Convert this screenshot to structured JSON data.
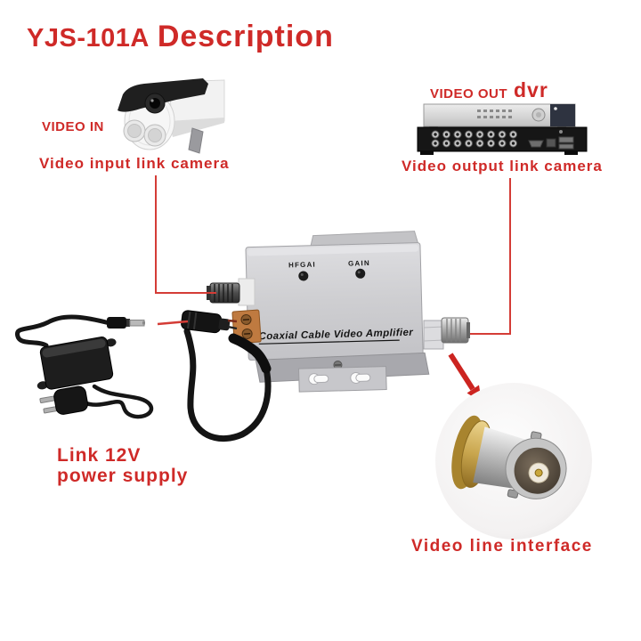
{
  "title": {
    "model": "YJS-101A",
    "word": "Description"
  },
  "colors": {
    "red_text": "#cf2a28",
    "red_line": "#d43c36"
  },
  "video_in": {
    "label": "VIDEO IN",
    "caption": "Video input link camera"
  },
  "video_out": {
    "label": "VIDEO OUT",
    "device": "dvr",
    "caption": "Video output link camera"
  },
  "amplifier": {
    "trimmer_left": "HFGAI",
    "trimmer_right": "GAIN",
    "name": "Coaxial Cable Video Amplifier"
  },
  "power_supply": {
    "line1": "Link 12V",
    "line2": "power supply"
  },
  "bnc_interface": {
    "caption": "Video line interface"
  },
  "photos": {
    "camera": "cctv-bullet-camera-photo",
    "dvr": "dvr-front-and-rear-photo",
    "amplifier": "coaxial-cable-video-amplifier-photo",
    "power": "12v-power-adapter-photo",
    "bnc": "bnc-connector-closeup-photo"
  }
}
